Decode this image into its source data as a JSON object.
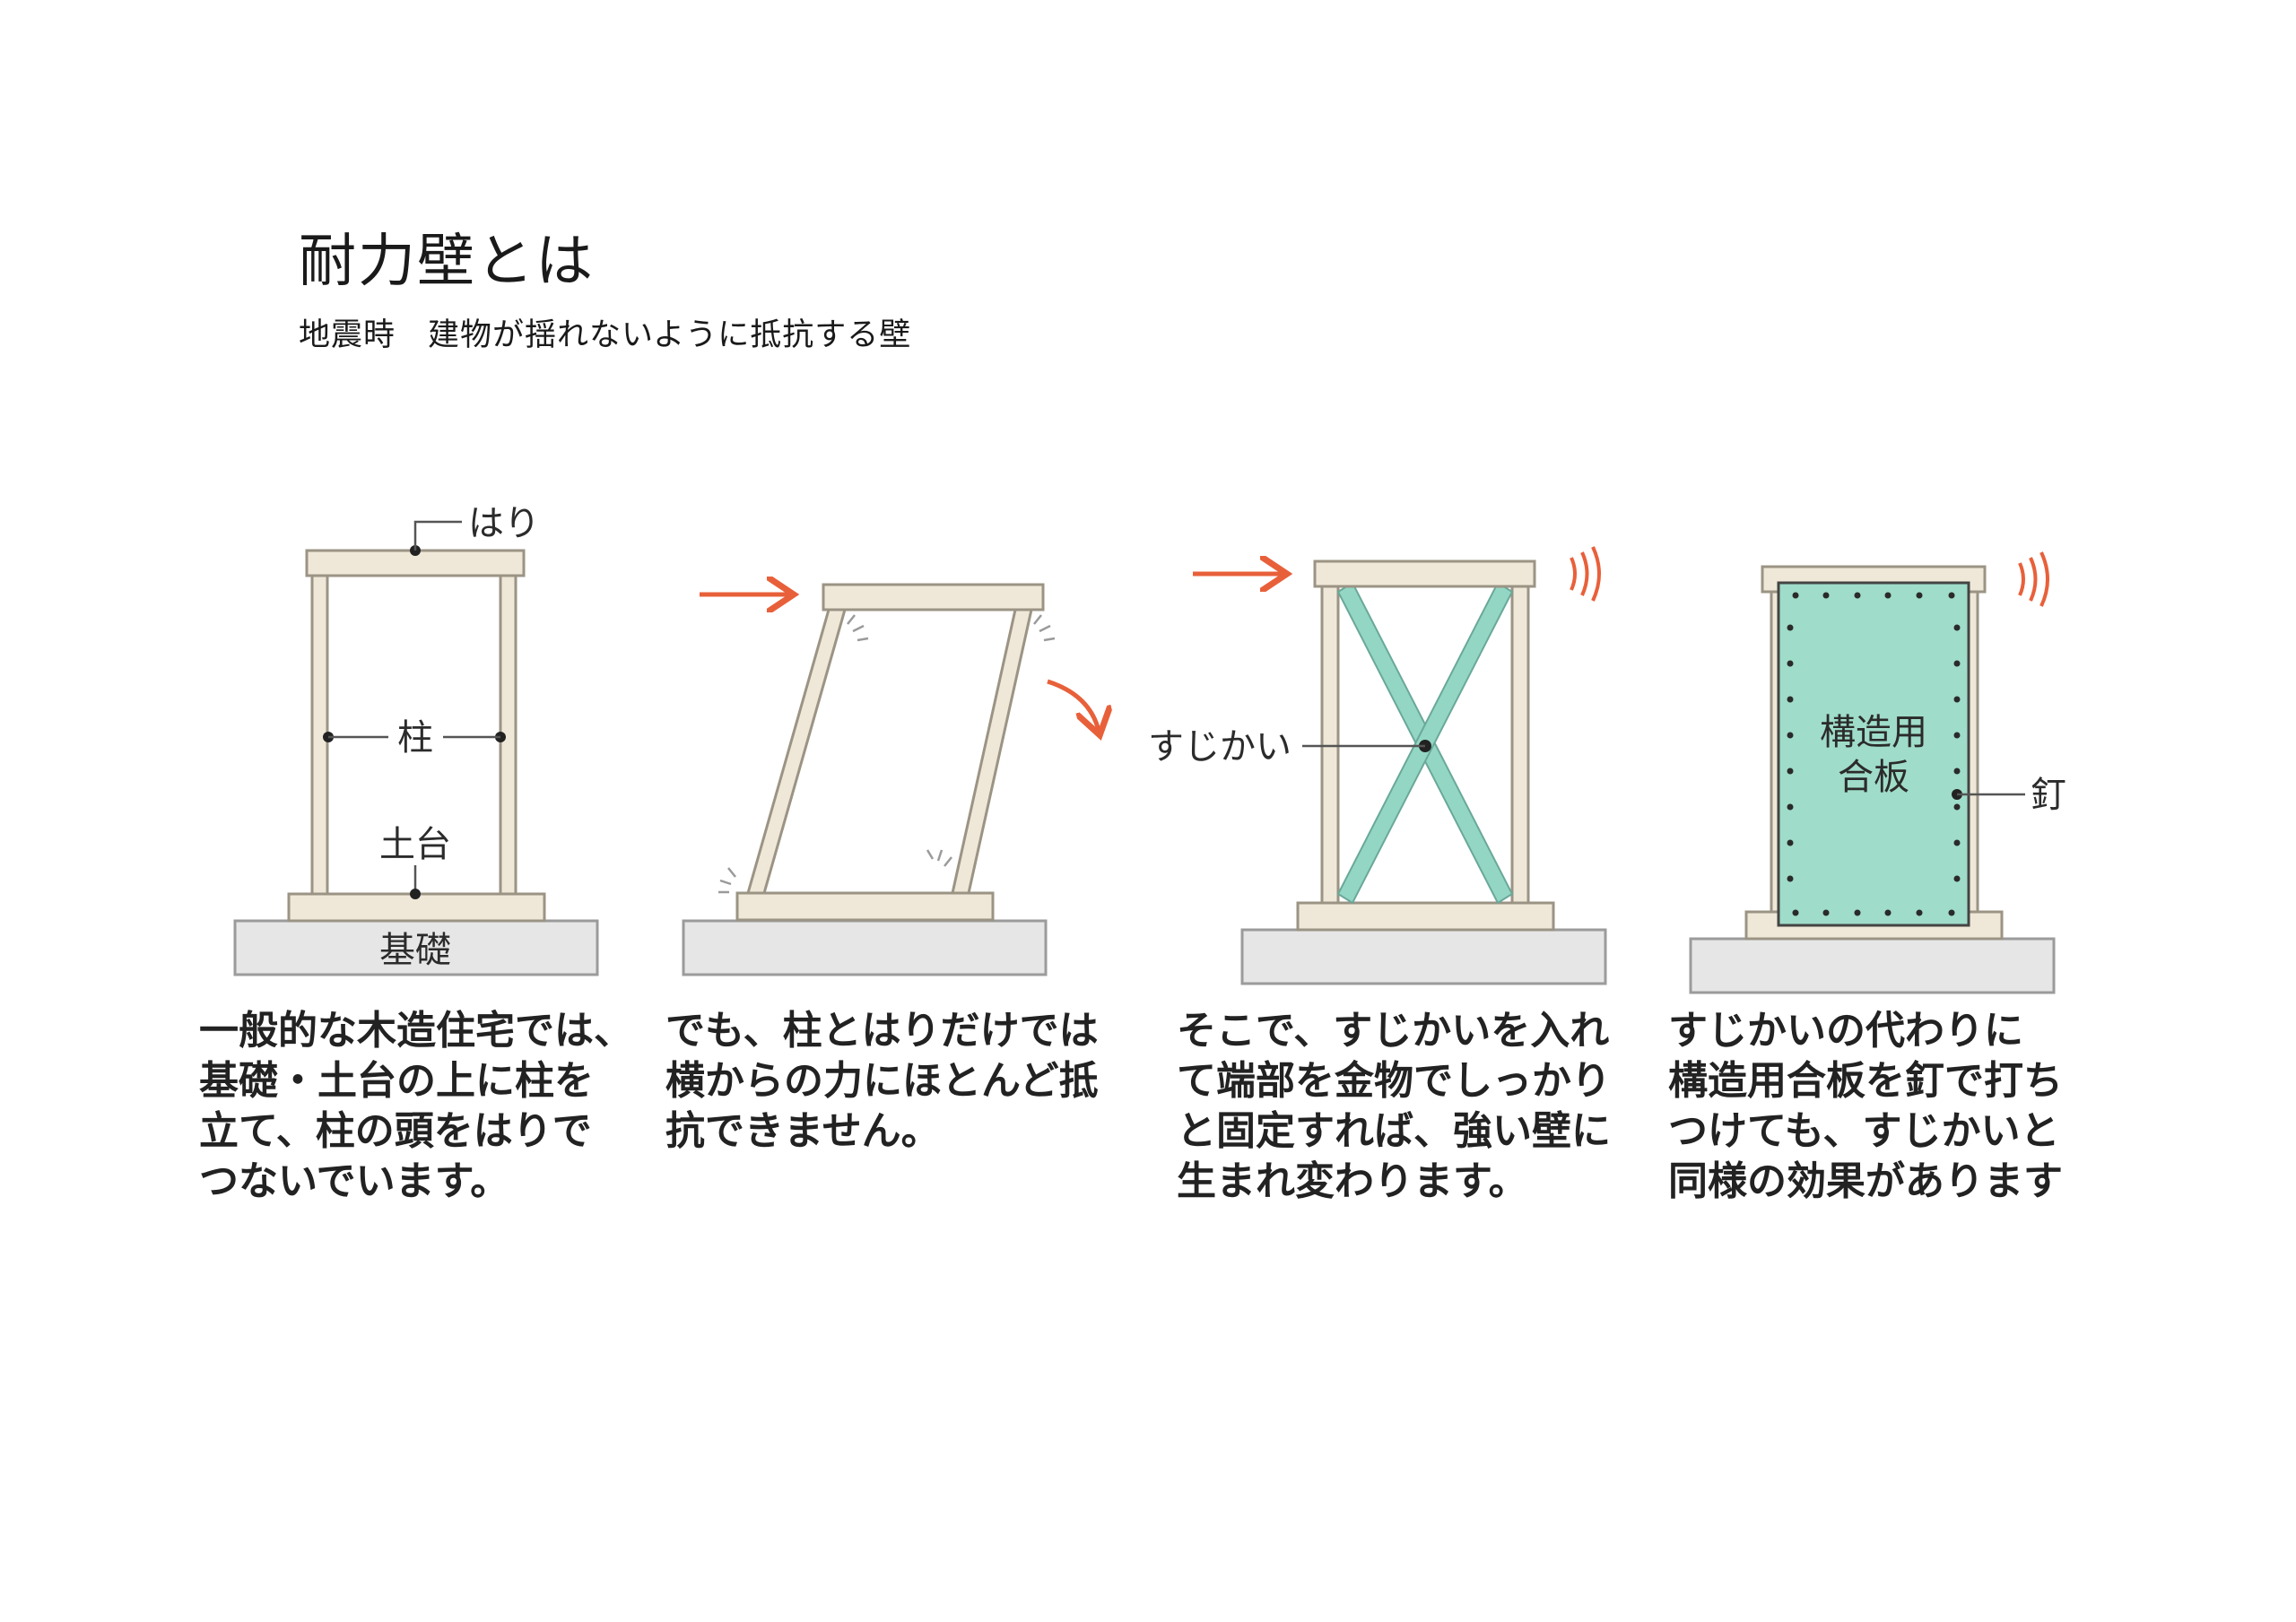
{
  "title": "耐力壁とは",
  "subtitle": "地震時　建物が揺れないように抵抗する壁",
  "colors": {
    "wood": "#efe8d8",
    "wood_edge": "#9b9485",
    "ground": "#e6e6e6",
    "brace": "#93d6c4",
    "panel": "#9fdcc9",
    "arrow": "#e8603a"
  },
  "labels": {
    "hari": "はり",
    "hashira": "柱",
    "dodai": "土台",
    "kiso": "基礎",
    "sujikai": "すじかい",
    "plywood_1": "構造用",
    "plywood_2": "合板",
    "kugi": "釘"
  },
  "captions": {
    "c1": [
      "一般的な木造住宅では、",
      "基礎・土台の上に柱を",
      "立て、柱の頭をはりで",
      "つないでいます。"
    ],
    "c2": [
      "でも、柱とはりだけでは",
      "横からの力にほとんど抵",
      "抗できません。"
    ],
    "c3": [
      "そこで、すじかいを入れ",
      "て端部を金物でしっかり",
      "と固定すれば、強い壁に",
      "生まれ変わります。"
    ],
    "c4": [
      "すじかいの代わりに",
      "構造用合板を釘で打ち",
      "つけても、すじかいと",
      "同様の効果があります"
    ]
  }
}
